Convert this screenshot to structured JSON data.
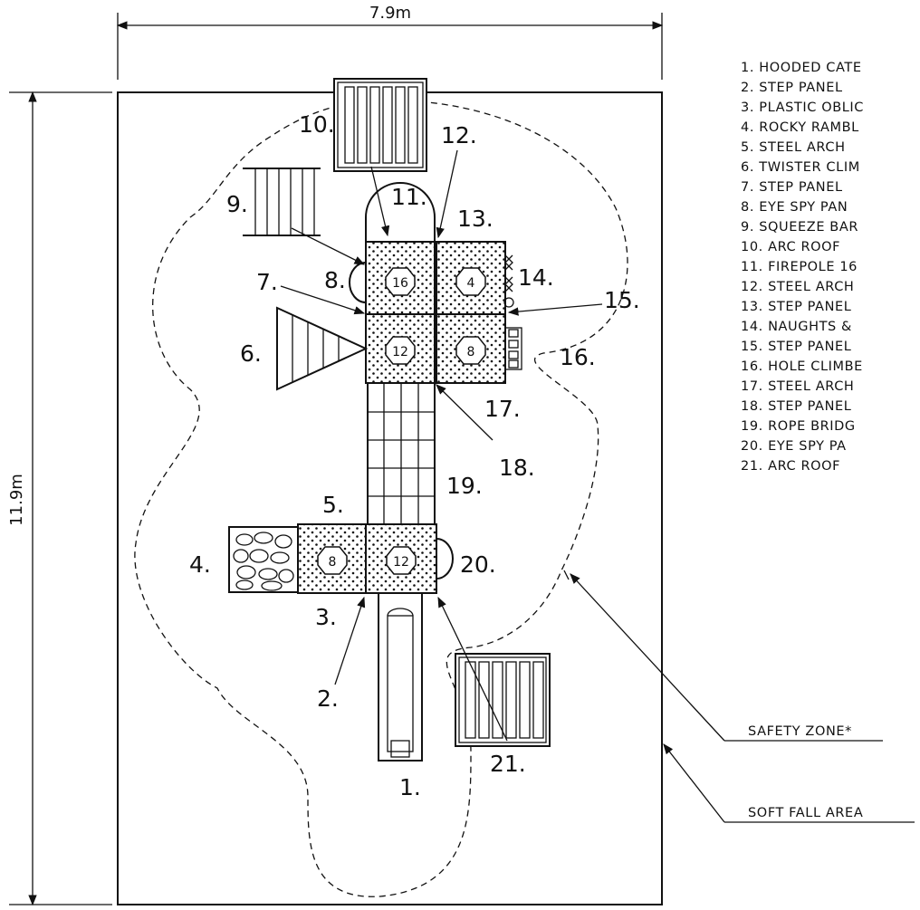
{
  "dimensions": {
    "width": "7.9m",
    "height": "11.9m"
  },
  "callouts": [
    "1.",
    "2.",
    "3.",
    "4.",
    "5.",
    "6.",
    "7.",
    "8.",
    "9.",
    "10.",
    "11.",
    "12.",
    "13.",
    "14.",
    "15.",
    "16.",
    "17.",
    "18.",
    "19.",
    "20.",
    "21."
  ],
  "deck_numbers": [
    "16",
    "4",
    "12",
    "8",
    "8",
    "12"
  ],
  "legend": [
    "1. HOODED CATE",
    "2. STEP PANEL",
    "3. PLASTIC OBLIC",
    "4. ROCKY RAMBL",
    "5. STEEL ARCH",
    "6. TWISTER CLIM",
    "7. STEP PANEL",
    "8. EYE SPY PAN",
    "9. SQUEEZE BAR",
    "10. ARC ROOF",
    "11. FIREPOLE 16",
    "12. STEEL ARCH",
    "13. STEP PANEL",
    "14. NAUGHTS &",
    "15. STEP PANEL",
    "16. HOLE CLIMBE",
    "17. STEEL ARCH",
    "18. STEP PANEL",
    "19. ROPE BRIDG",
    "20. EYE SPY PA",
    "21. ARC ROOF"
  ],
  "notes": {
    "safety_zone": "SAFETY ZONE*",
    "soft_fall": "SOFT FALL AREA"
  }
}
